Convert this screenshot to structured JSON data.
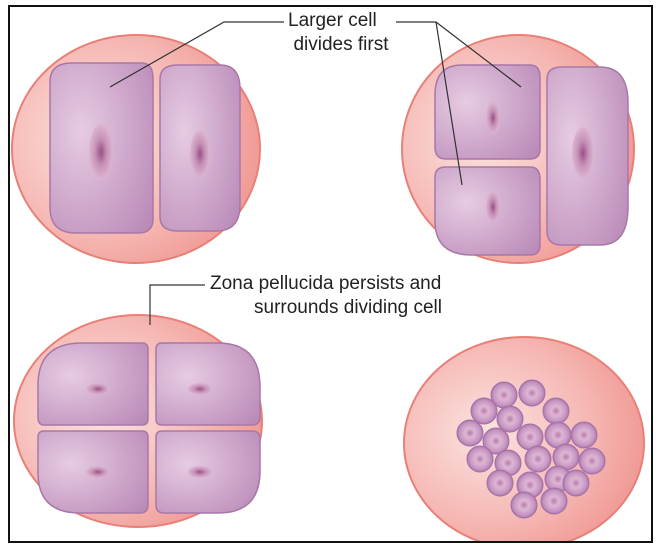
{
  "labels": {
    "larger_cell": {
      "line1": "Larger cell",
      "line2": "divides first"
    },
    "zona_pellucida": {
      "line1": "Zona pellucida persists and",
      "line2": "surrounds dividing cell"
    }
  },
  "colors": {
    "zona_fill": "#f4a3a3",
    "zona_edge": "#e97f7f",
    "cell_fill": "#c99ac4",
    "cell_edge": "#a072a8",
    "nucleus": "#b36f9a",
    "leader_line": "#333333"
  }
}
